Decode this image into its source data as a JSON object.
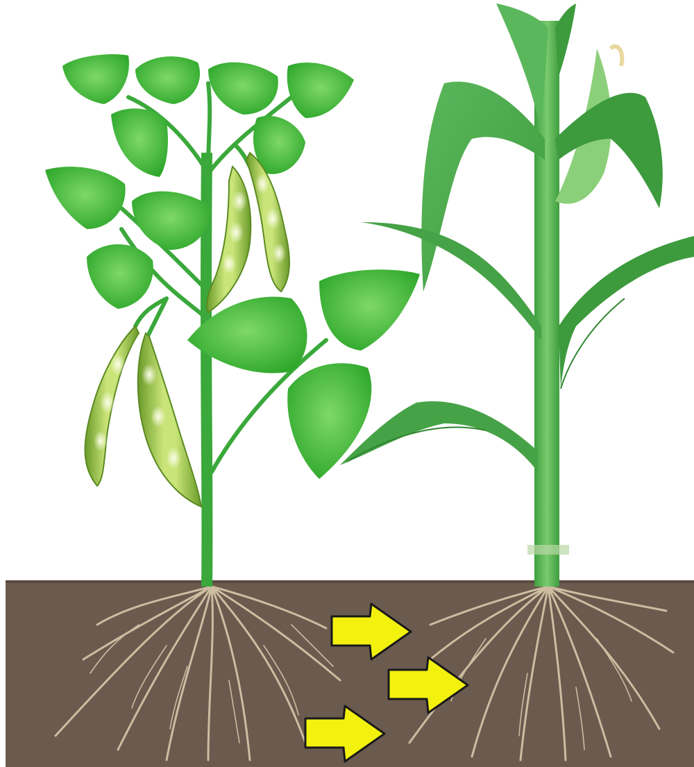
{
  "scene": {
    "subject": "illustration",
    "elements": [
      "bean-plant",
      "corn-plant",
      "soil",
      "roots",
      "arrows"
    ]
  },
  "colors": {
    "background": "#ffffff",
    "soil": "#6b5a4e",
    "soil_edge": "#5a4a3f",
    "roots": "#d8c8ab",
    "bean_leaf": "#3cb534",
    "bean_leaf_light": "#6fd05c",
    "bean_stem": "#3aa83a",
    "pod": "#a8d05a",
    "pod_light": "#f4f8d0",
    "corn_leaf": "#46a246",
    "corn_leaf_light": "#8ccf7a",
    "corn_stalk": "#4fae4f",
    "arrow_fill": "#f3f20f",
    "arrow_stroke": "#1a1a1a"
  },
  "arrows": {
    "count": 3,
    "direction": "right"
  }
}
